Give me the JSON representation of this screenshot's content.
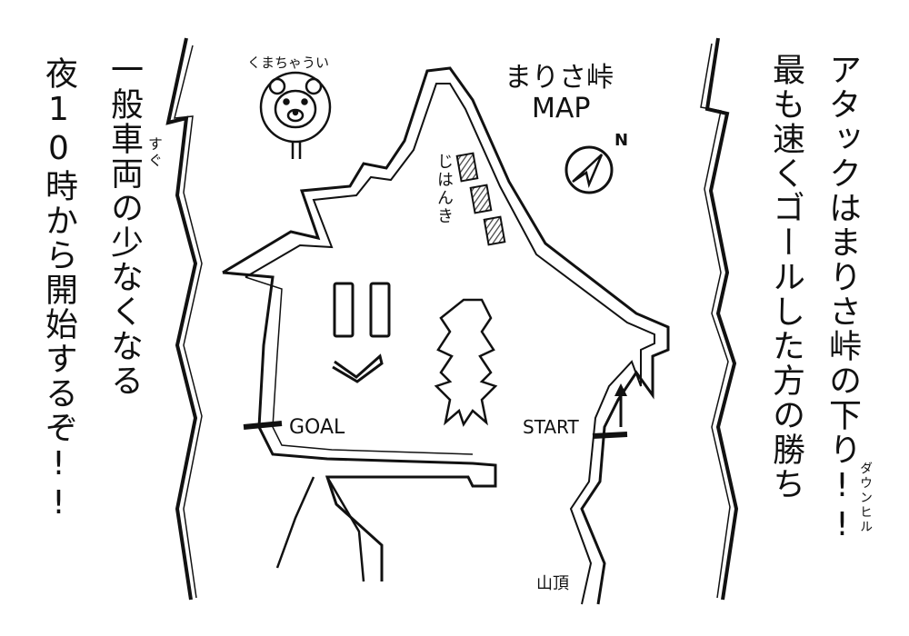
{
  "map": {
    "title": "まりさ峠",
    "subtitle": "MAP",
    "north_label": "N",
    "compass_icon": "compass-arrow-icon",
    "labels": {
      "goal": "GOAL",
      "start": "START",
      "summit": "山頂",
      "vending": "じはんき"
    },
    "mascot": {
      "name": "くまちゃうい",
      "icon": "bear-face-icon"
    }
  },
  "notes": {
    "left_outer": "夜10時から開始するぞ!!",
    "left_inner_main": "一般車両の少なくなる",
    "left_inner_ruby": "すぐ",
    "right_outer": "アタックはまりさ峠の下り!!",
    "right_inner": "最も速くゴールした方の勝ち",
    "right_ruby": "ダウンヒル"
  },
  "colors": {
    "ink": "#111111",
    "paper": "#ffffff",
    "hatch": "#555555"
  }
}
